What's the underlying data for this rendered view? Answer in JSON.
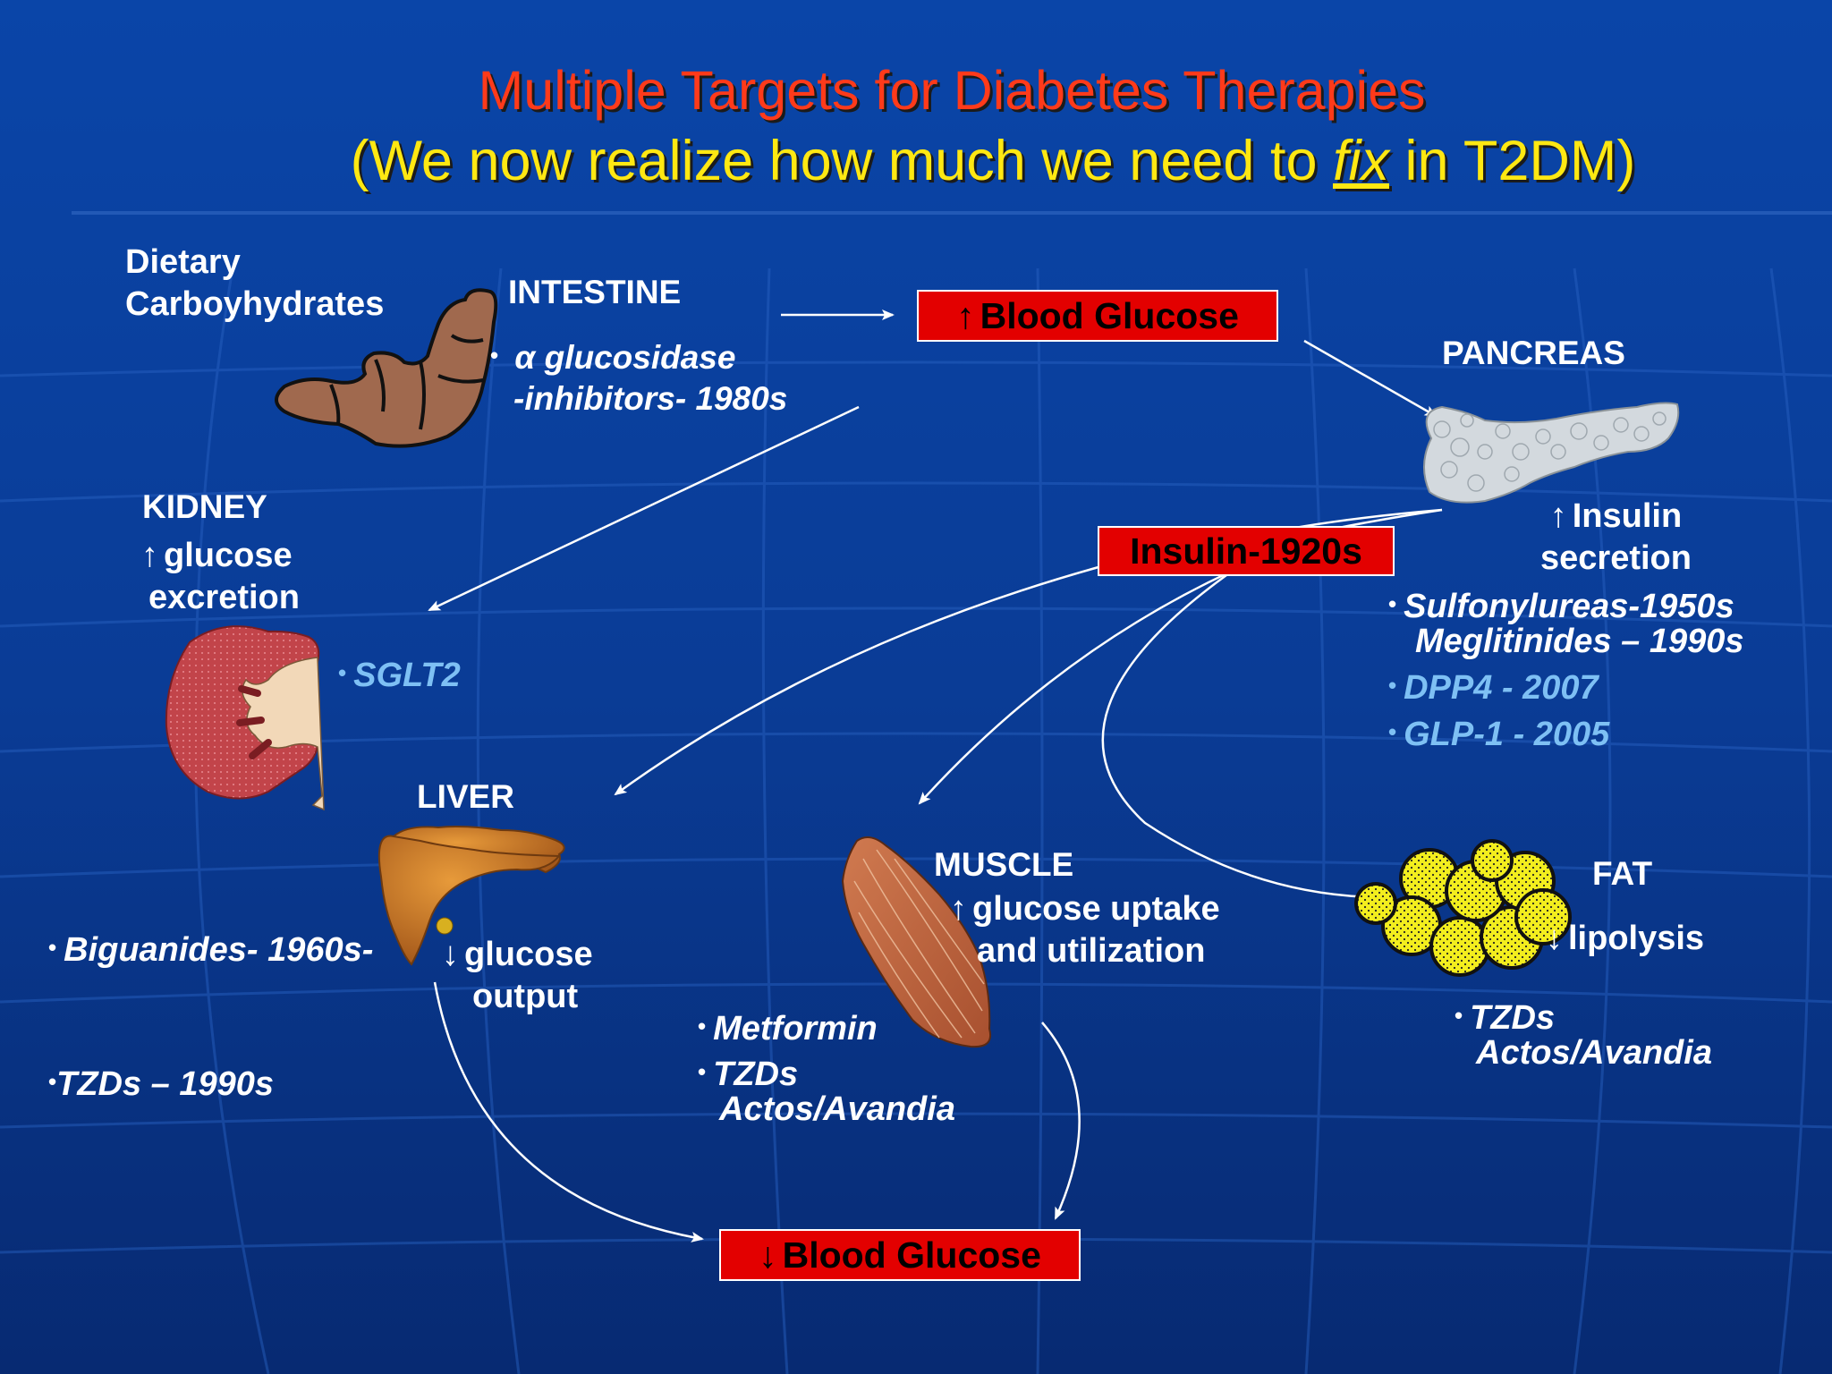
{
  "title": {
    "line1": "Multiple Targets for Diabetes Therapies",
    "line2_pre": "(We now realize how much we need to ",
    "line2_fix": "fix",
    "line2_post": " in T2DM)"
  },
  "dietary": {
    "line1": "Dietary",
    "line2": "Carboyhydrates"
  },
  "intestine": {
    "label": "INTESTINE",
    "drug_line1": "α glucosidase",
    "drug_line2": "-inhibitors- 1980s"
  },
  "blood_glucose_up": {
    "arrow": "↑",
    "label": "Blood Glucose"
  },
  "blood_glucose_down": {
    "arrow": "↓",
    "label": "Blood Glucose"
  },
  "pancreas": {
    "label": "PANCREAS",
    "effect_arrow": "↑",
    "effect_line1": "Insulin",
    "effect_line2": "secretion",
    "drugs": [
      "Sulfonylureas-1950s",
      "Meglitinides – 1990s",
      "DPP4 - 2007",
      "GLP-1 - 2005"
    ]
  },
  "insulin": {
    "label": "Insulin-1920s"
  },
  "kidney": {
    "label": "KIDNEY",
    "effect_arrow": "↑",
    "effect_line1": "glucose",
    "effect_line2": "excretion",
    "drug": "SGLT2"
  },
  "liver": {
    "label": "LIVER",
    "effect_arrow": "↓",
    "effect_line1": "glucose",
    "effect_line2": "output",
    "drug1": "Biguanides- 1960s-",
    "drug2": "TZDs – 1990s"
  },
  "muscle": {
    "label": "MUSCLE",
    "effect_arrow": "↑",
    "effect_line1": "glucose uptake",
    "effect_line2": "and utilization",
    "drug1": "Metformin",
    "drug2_line1": "TZDs",
    "drug2_line2": "Actos/Avandia"
  },
  "fat": {
    "label": "FAT",
    "effect_arrow": "↓",
    "effect": "lipolysis",
    "drug_line1": "TZDs",
    "drug_line2": "Actos/Avandia"
  },
  "bullet": "•",
  "icons": [
    "intestine-icon",
    "pancreas-icon",
    "kidney-icon",
    "liver-icon",
    "muscle-icon",
    "fat-icon"
  ],
  "colors": {
    "background": "#0b3f9e",
    "title": "#ff3a1a",
    "subtitle": "#ffe812",
    "box": "#e30000",
    "light_drug": "#7ec0f4"
  }
}
